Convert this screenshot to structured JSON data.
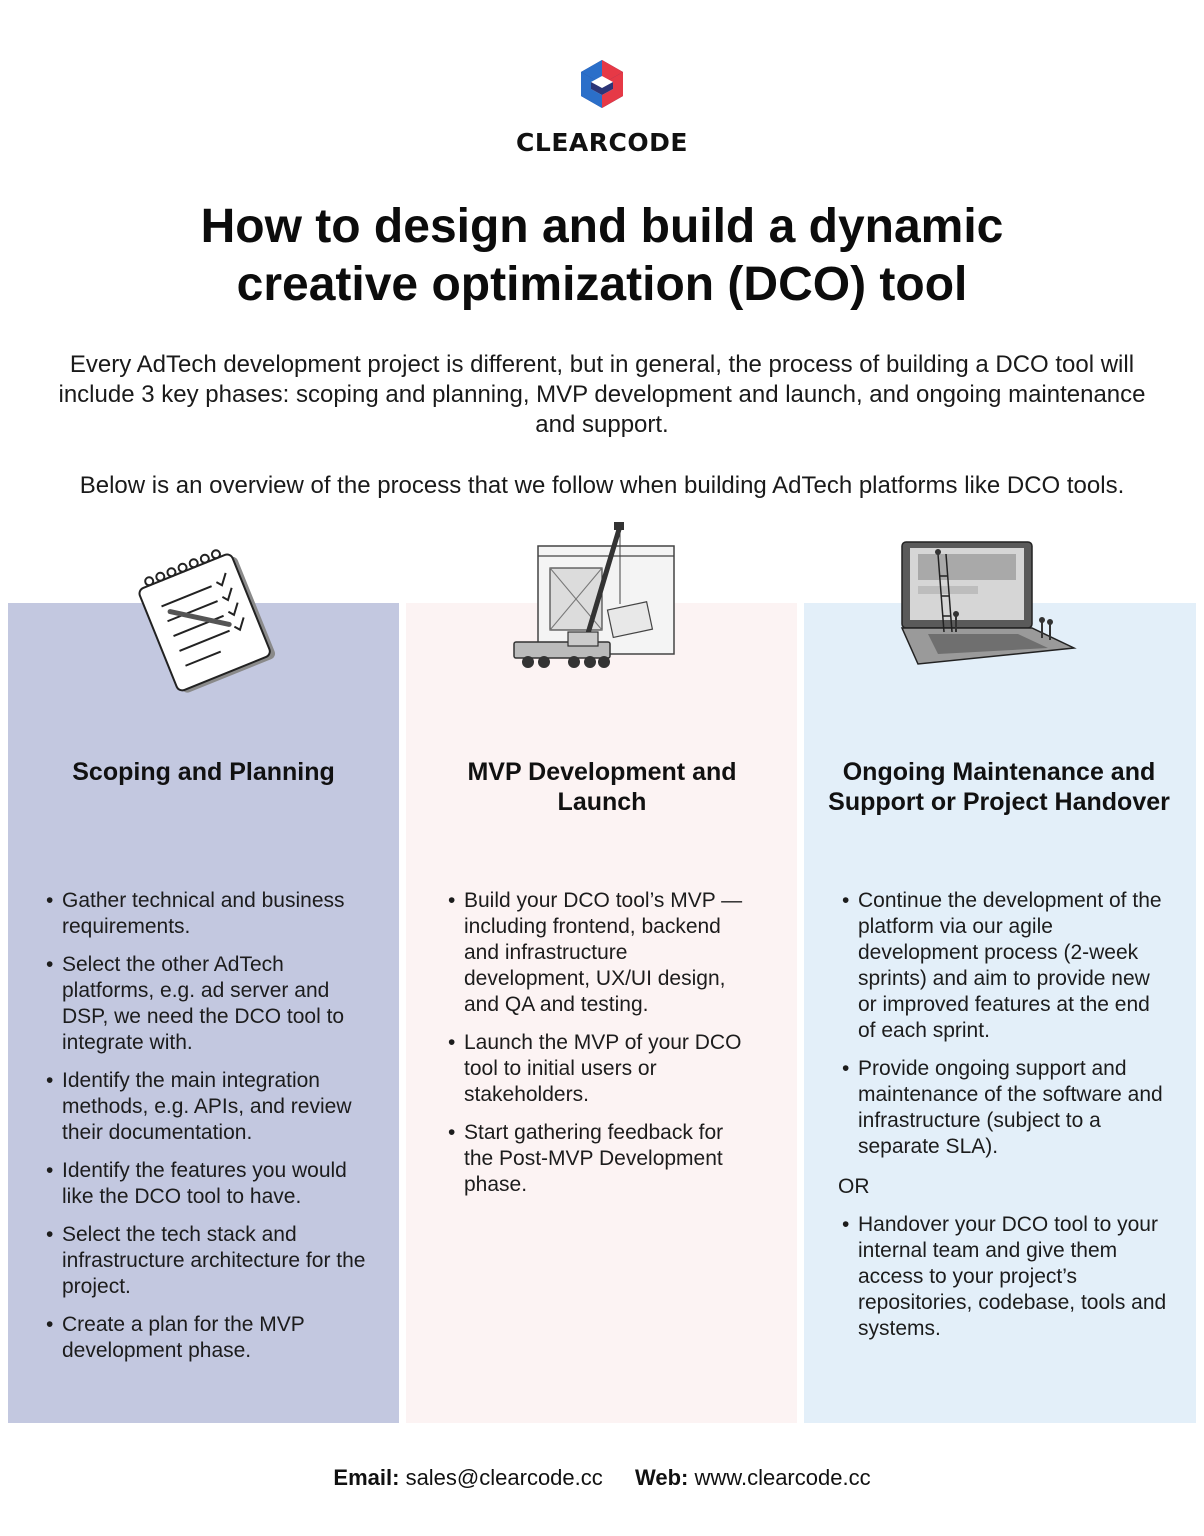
{
  "brand": {
    "name": "CLEARCODE"
  },
  "title": {
    "line1": "How to design and build a dynamic",
    "line2": "creative optimization (DCO) tool"
  },
  "intro": {
    "paragraph1": "Every AdTech development project is different, but in general, the process of building a DCO tool will include 3 key phases: scoping and planning, MVP development and launch, and ongoing maintenance and support.",
    "paragraph2": "Below is an overview of the process that we follow when building AdTech platforms like DCO tools."
  },
  "phases": [
    {
      "icon": "notepad-checklist-illustration",
      "color": "#c3c8e0",
      "heading": "Scoping and Planning",
      "items": [
        "Gather technical and business requirements.",
        "Select the other AdTech platforms, e.g. ad server and DSP, we need the DCO tool to integrate with.",
        "Identify the main integration methods, e.g. APIs, and review their documentation.",
        "Identify the features you would like the DCO tool to have.",
        "Select the tech stack and infrastructure architecture for the project.",
        "Create a plan for the MVP development phase."
      ]
    },
    {
      "icon": "crane-building-illustration",
      "color": "#fcf3f3",
      "heading": "MVP Development and Launch",
      "items": [
        "Build your DCO tool’s MVP — including frontend, backend and infrastructure development, UX/UI design, and QA and testing.",
        "Launch the MVP of your DCO tool to initial users or stakeholders.",
        "Start gathering feedback for the Post-MVP Development phase."
      ]
    },
    {
      "icon": "laptop-workers-illustration",
      "color": "#e3eff9",
      "heading": "Ongoing Maintenance and Support or Project Handover",
      "items": [
        "Continue the development of the platform via our agile development process (2-week sprints) and aim to provide new or improved features at the end of each sprint.",
        "Provide ongoing support and maintenance of the software and infrastructure (subject to a separate SLA)."
      ],
      "or_label": "OR",
      "items_after": [
        "Handover your DCO tool to your internal team and give them access to your project’s repositories, codebase, tools and systems."
      ]
    }
  ],
  "footer": {
    "email_label": "Email:",
    "email": "sales@clearcode.cc",
    "web_label": "Web:",
    "web": "www.clearcode.cc"
  },
  "colors": {
    "logo_red": "#e63946",
    "logo_blue": "#2b6fc9",
    "logo_navy": "#2c3577"
  }
}
